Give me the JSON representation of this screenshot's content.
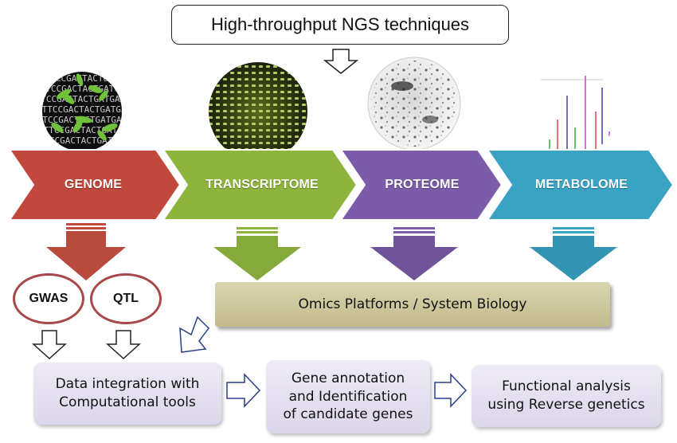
{
  "header": {
    "title": "High-throughput NGS techniques"
  },
  "omics": [
    {
      "label": "GENOME",
      "color": "#c0483c"
    },
    {
      "label": "TRANSCRIPTOME",
      "color": "#8fb43e"
    },
    {
      "label": "PROTEOME",
      "color": "#7b5ca8"
    },
    {
      "label": "METABOLOME",
      "color": "#3aa3c4"
    }
  ],
  "genome_methods": [
    "GWAS",
    "QTL"
  ],
  "platform": {
    "label": "Omics Platforms / System Biology"
  },
  "steps": [
    {
      "label": "Data integration with\nComputational tools"
    },
    {
      "label": "Gene annotation\nand Identification\nof candidate genes"
    },
    {
      "label": "Functional analysis\nusing Reverse genetics"
    }
  ],
  "dna_text": "GTTCCGACTACTGATGAAGTTCCGACTGATTGTTCCGACTACTGATGA"
}
